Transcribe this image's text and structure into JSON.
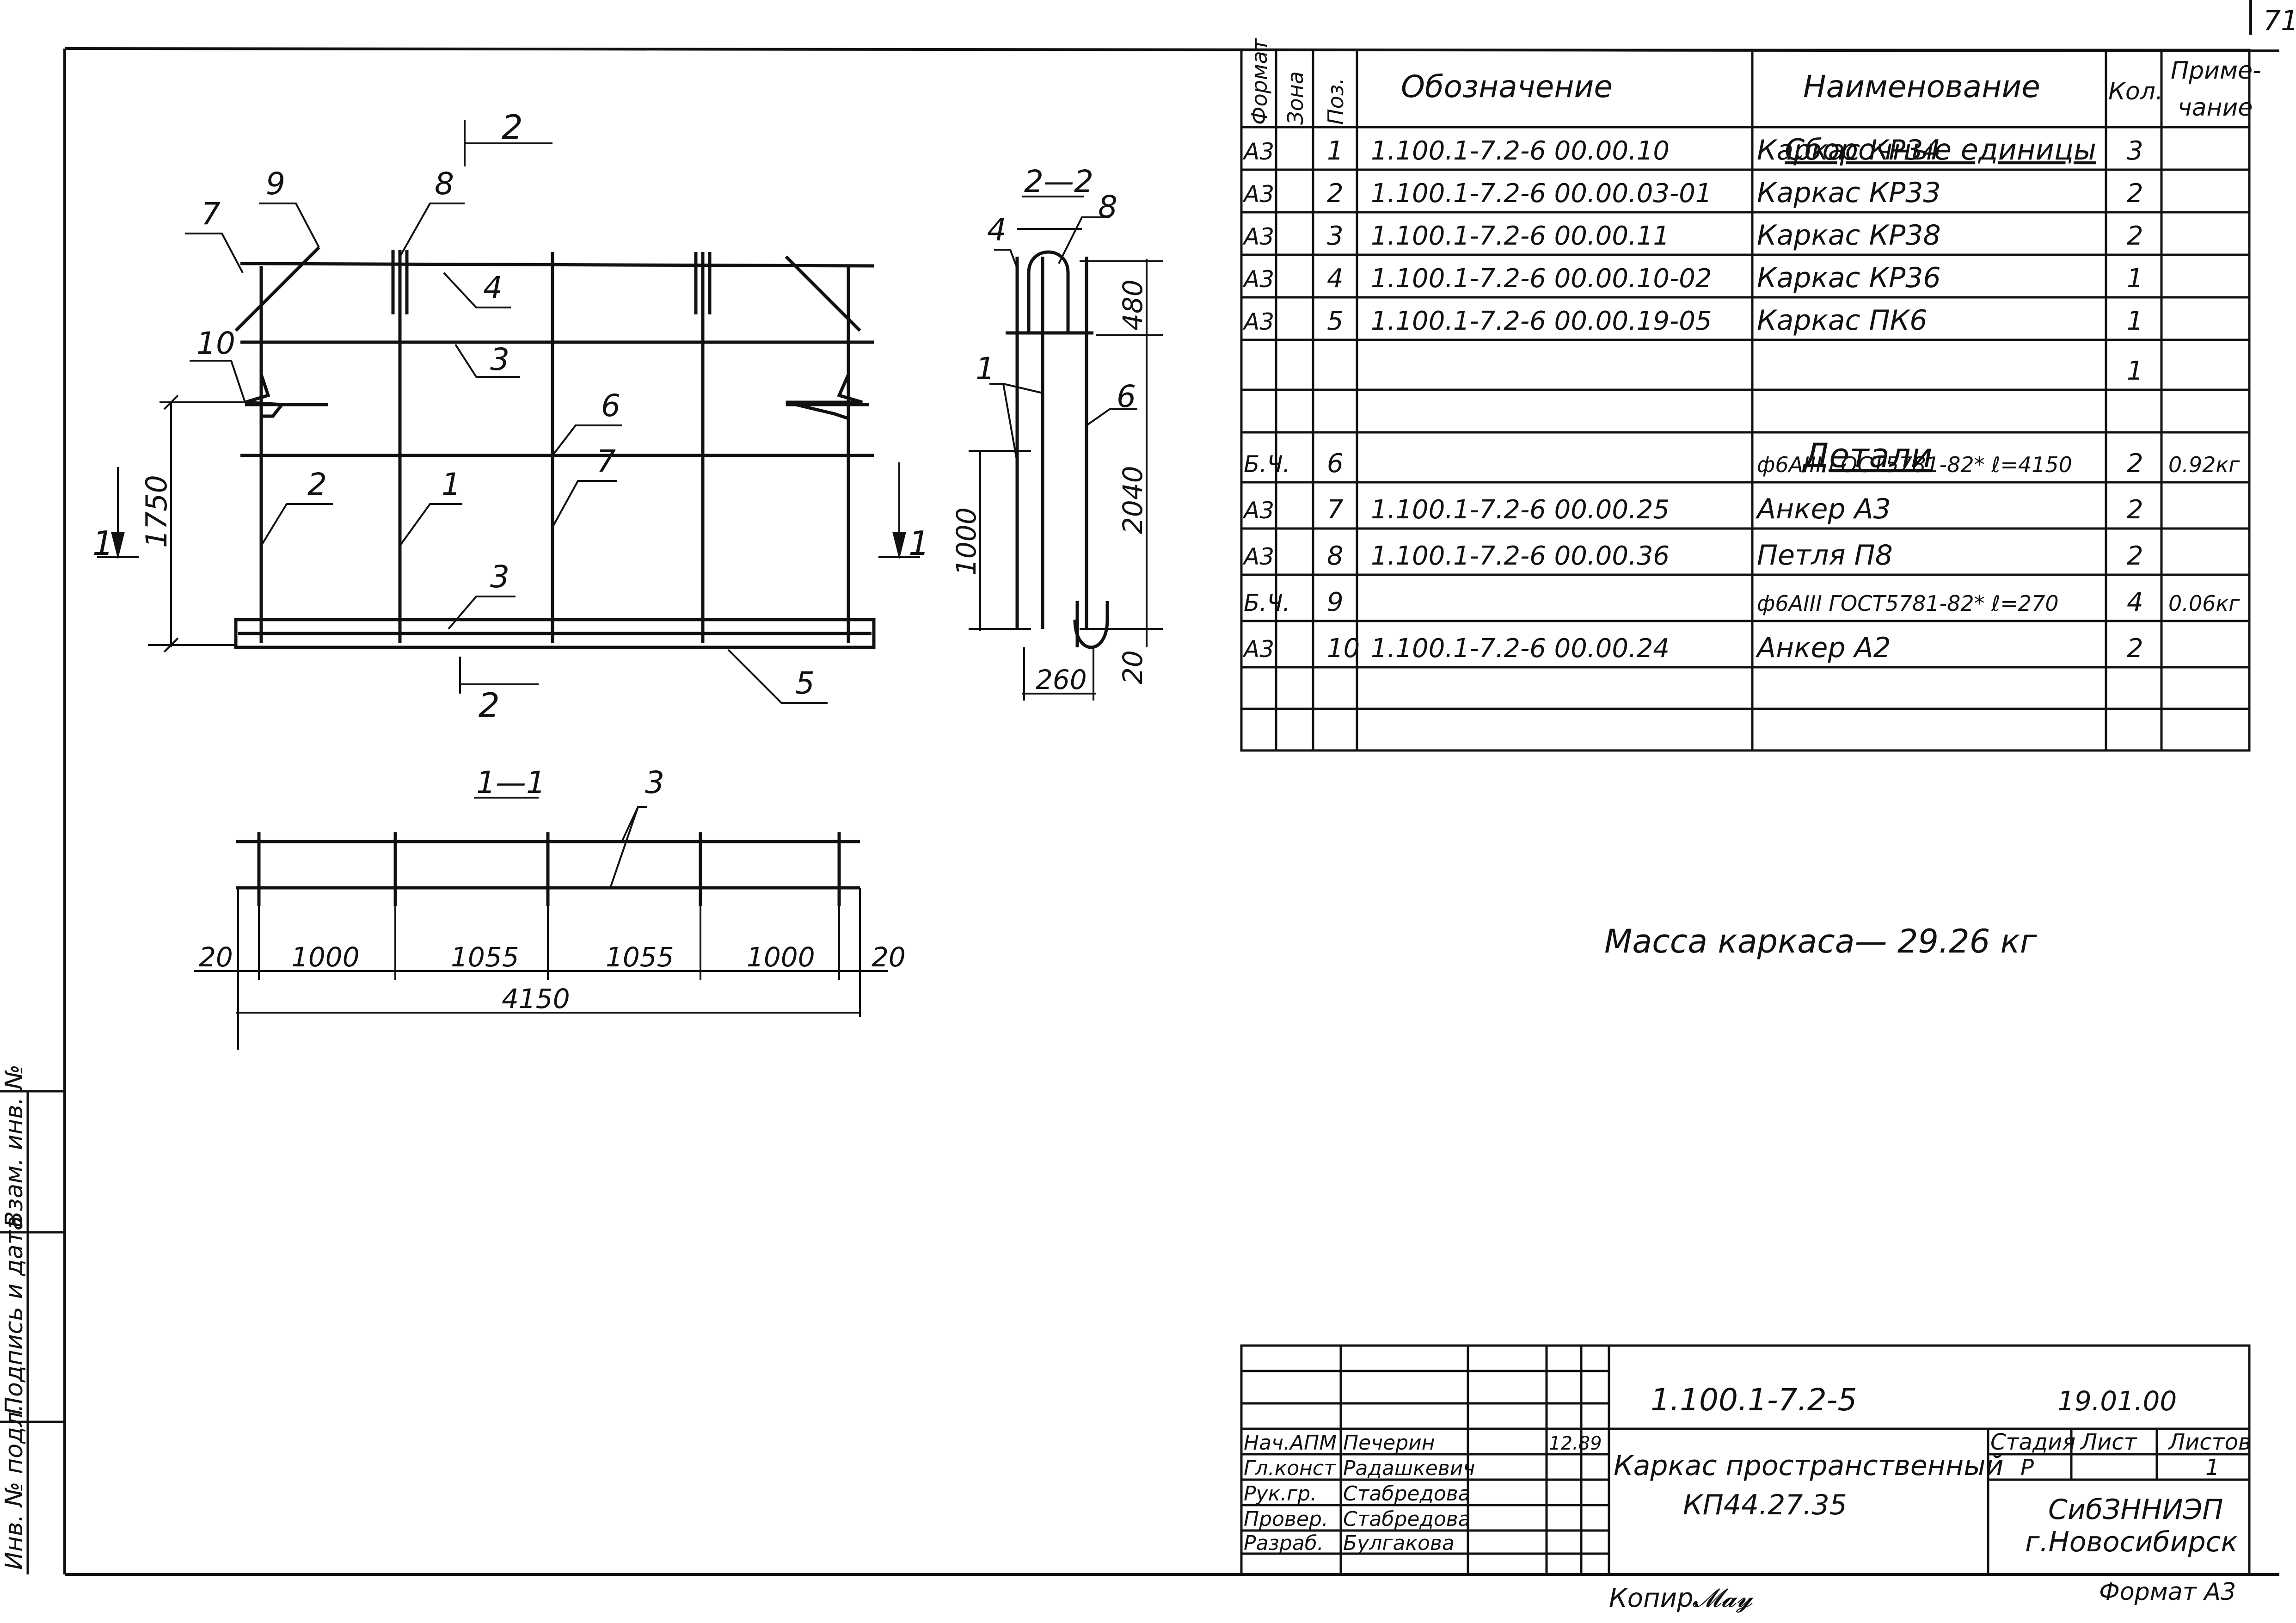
{
  "sheet_corner_number": "71",
  "spec_table": {
    "headers": {
      "format": "Формат",
      "zone": "Зона",
      "pos": "Поз.",
      "designation": "Обозначение",
      "name": "Наименование",
      "qty": "Кол.",
      "note_line1": "Приме-",
      "note_line2": "чание"
    },
    "section_assemblies": "Сборочные единицы",
    "section_details": "Детали",
    "rows": [
      {
        "format": "А3",
        "pos": "1",
        "designation": "1.100.1-7.2-6    00.00.10",
        "name": "Каркас  КР34",
        "qty": "3",
        "note": ""
      },
      {
        "format": "А3",
        "pos": "2",
        "designation": "1.100.1-7.2-6    00.00.03-01",
        "name": "Каркас  КР33",
        "qty": "2",
        "note": ""
      },
      {
        "format": "А3",
        "pos": "3",
        "designation": "1.100.1-7.2-6    00.00.11",
        "name": "Каркас  КР38",
        "qty": "2",
        "note": ""
      },
      {
        "format": "А3",
        "pos": "4",
        "designation": "1.100.1-7.2-6    00.00.10-02",
        "name": "Каркас  КР36",
        "qty": "1",
        "note": ""
      },
      {
        "format": "А3",
        "pos": "5",
        "designation": "1.100.1-7.2-6    00.00.19-05",
        "name": "Каркас  ПК6",
        "qty": "1",
        "note": ""
      },
      {
        "format": "",
        "pos": "",
        "designation": "",
        "name": "",
        "qty": "1",
        "note": ""
      },
      {
        "format": "",
        "pos": "",
        "designation": "",
        "name": "",
        "qty": "",
        "note": ""
      },
      {
        "format": "Б.Ч.",
        "pos": "6",
        "designation": "",
        "name": "ф6АIII ГОСТ5781-82* ℓ=4150",
        "qty": "2",
        "note": "0.92кг"
      },
      {
        "format": "А3",
        "pos": "7",
        "designation": "1.100.1-7.2-6    00.00.25",
        "name": "Анкер  А3",
        "qty": "2",
        "note": ""
      },
      {
        "format": "А3",
        "pos": "8",
        "designation": "1.100.1-7.2-6    00.00.36",
        "name": "Петля  П8",
        "qty": "2",
        "note": ""
      },
      {
        "format": "Б.Ч.",
        "pos": "9",
        "designation": "",
        "name": "ф6АIII ГОСТ5781-82* ℓ=270",
        "qty": "4",
        "note": "0.06кг"
      },
      {
        "format": "А3",
        "pos": "10",
        "designation": "1.100.1-7.2-6    00.00.24",
        "name": "Анкер  А2",
        "qty": "2",
        "note": ""
      },
      {
        "format": "",
        "pos": "",
        "designation": "",
        "name": "",
        "qty": "",
        "note": ""
      }
    ]
  },
  "mass_note": "Масса каркаса— 29.26 кг",
  "views": {
    "elevation": {
      "section_mark": "2",
      "section_mark_bottom": "2",
      "section_left": "1",
      "section_right": "1",
      "dim_height": "1750",
      "callouts": [
        "9",
        "8",
        "7",
        "4",
        "10",
        "3",
        "6",
        "2",
        "1",
        "7",
        "3",
        "5"
      ]
    },
    "section_22": {
      "title": "2—2",
      "callouts": [
        "4",
        "8",
        "1",
        "6"
      ],
      "dims": [
        "480",
        "2040",
        "1000",
        "260",
        "20"
      ]
    },
    "section_11": {
      "title": "1—1",
      "callout": "3",
      "dims": [
        "20",
        "1000",
        "1055",
        "1055",
        "1000",
        "20"
      ],
      "total": "4150"
    }
  },
  "title_block": {
    "doc_code": "1.100.1-7.2-5",
    "date": "19.01.00",
    "title_line1": "Каркас пространственный",
    "title_line2": "КП44.27.35",
    "stage_label": "Стадия",
    "sheet_label": "Лист",
    "sheets_label": "Листов",
    "stage_value": "Р",
    "sheets_value": "1",
    "org_line1": "СибЗННИЭП",
    "org_line2": "г.Новосибирск",
    "people": [
      {
        "role": "Нач.АПМ",
        "name": "Печерин",
        "date": "12.89"
      },
      {
        "role": "Гл.конст",
        "name": "Радашкевич",
        "date": ""
      },
      {
        "role": "Рук.гр.",
        "name": "Стабредова",
        "date": ""
      },
      {
        "role": "Провер.",
        "name": "Стабредова",
        "date": ""
      },
      {
        "role": "Разраб.",
        "name": "Булгакова",
        "date": ""
      }
    ]
  },
  "copy_label": "Копир.",
  "format_label": "Формат А3",
  "side_stamp": [
    "Инв. № подл.",
    "Подпись и дата",
    "Взам. инв. №"
  ]
}
